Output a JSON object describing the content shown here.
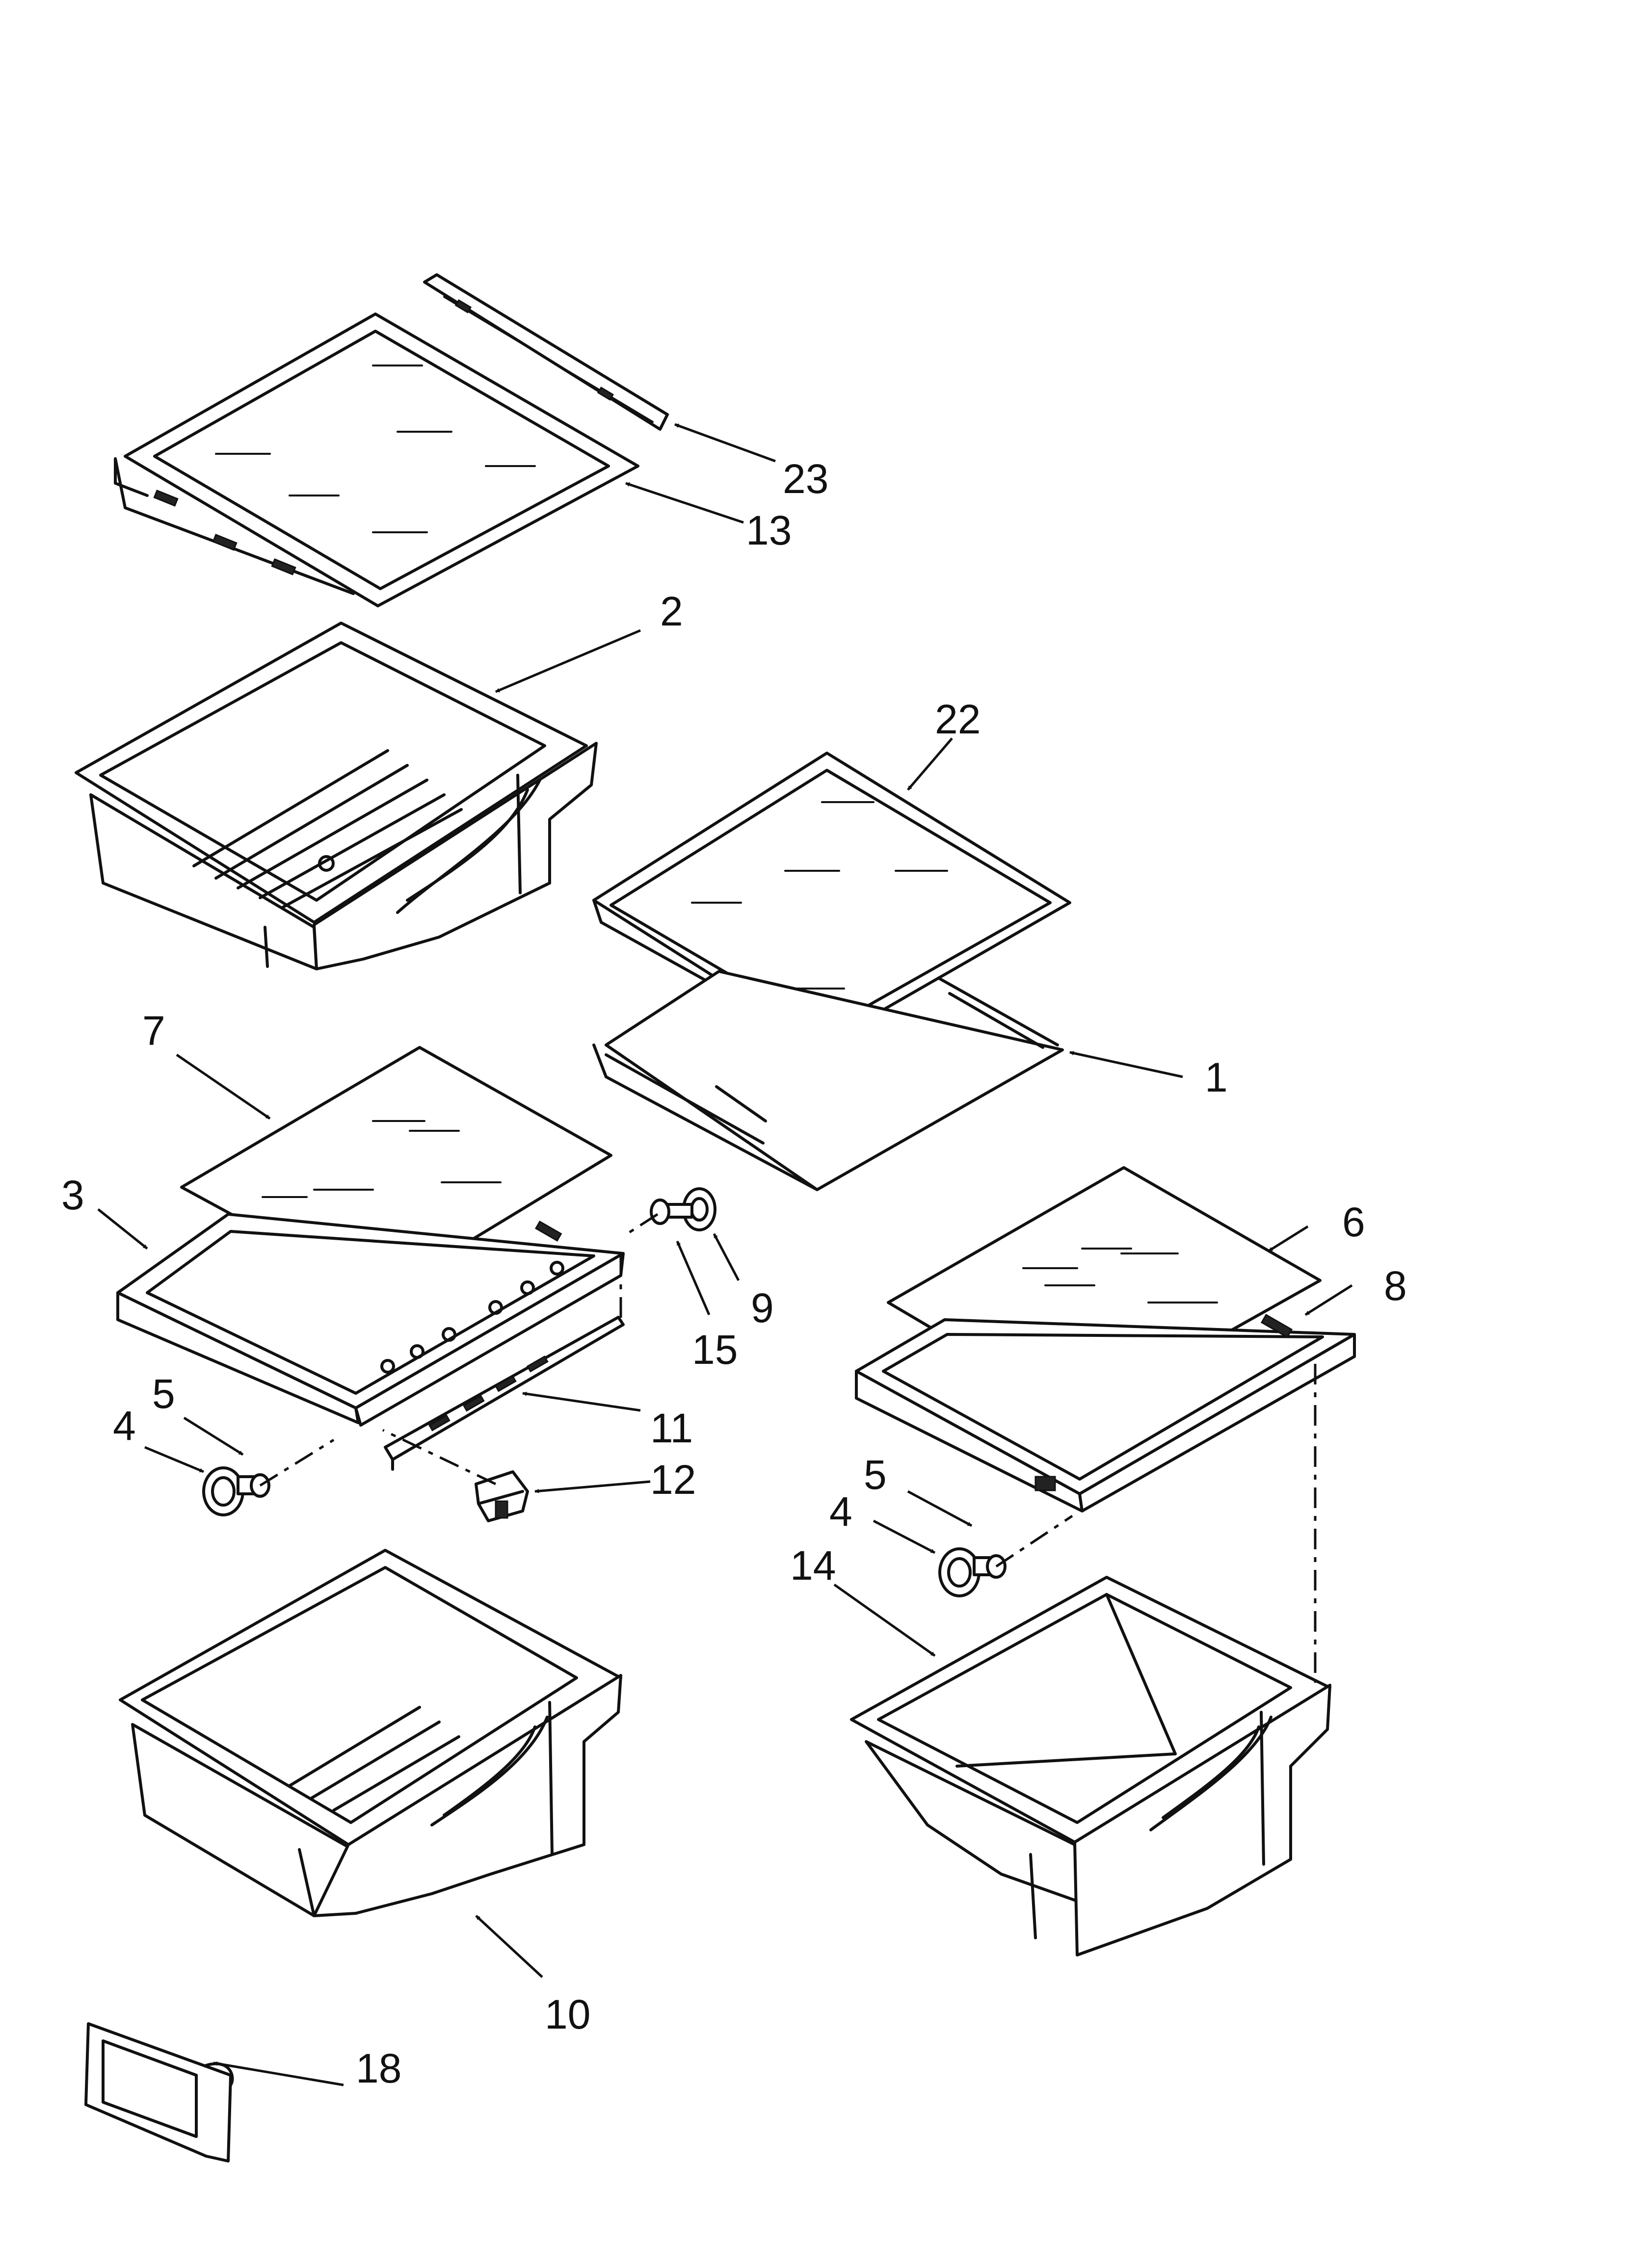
{
  "diagram": {
    "colors": {
      "line": "#111111",
      "background": "#ffffff"
    },
    "callouts": [
      "23",
      "13",
      "2",
      "22",
      "1",
      "7",
      "3",
      "9",
      "15",
      "6",
      "8",
      "5",
      "4",
      "11",
      "12",
      "5",
      "4",
      "14",
      "10",
      "18"
    ]
  }
}
